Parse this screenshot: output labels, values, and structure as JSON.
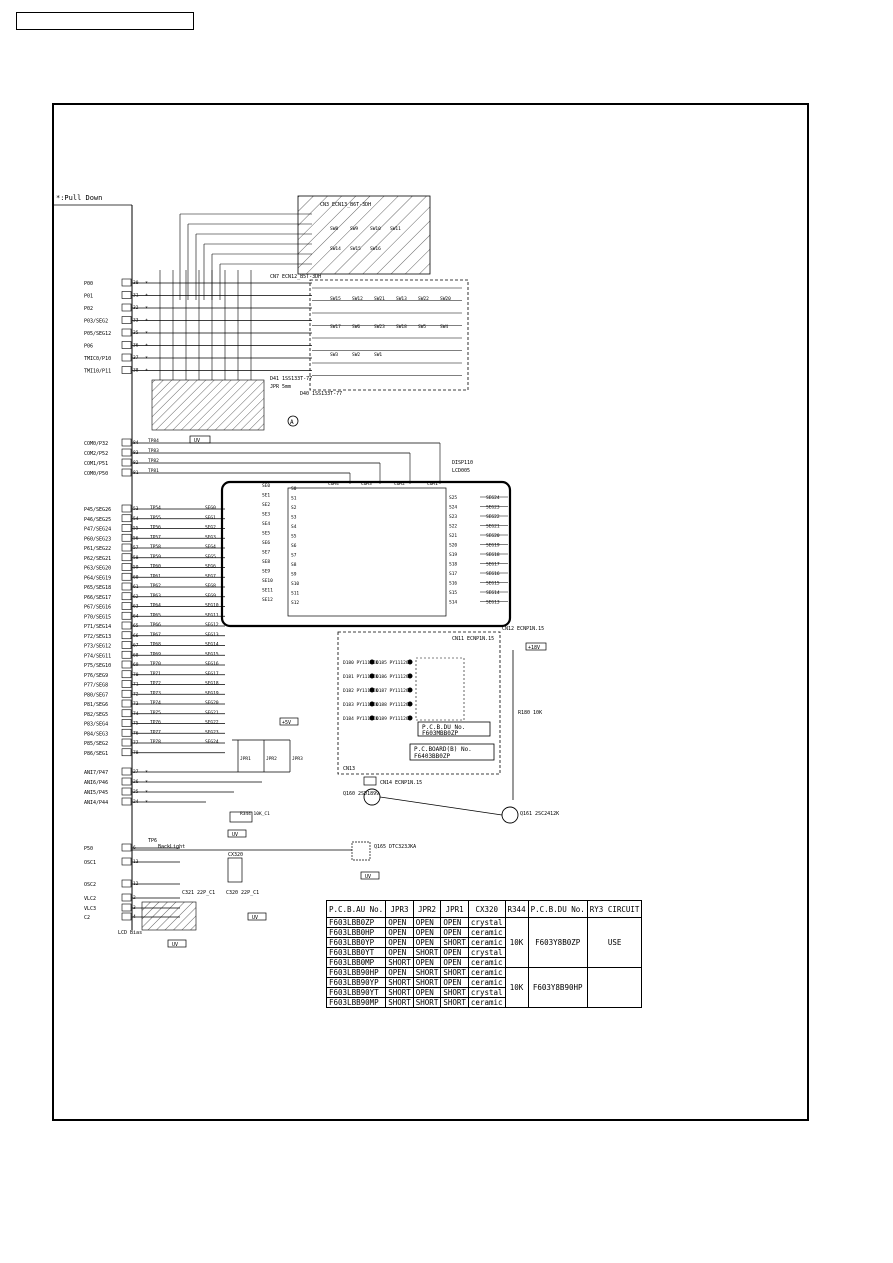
{
  "header_box_text": "",
  "pulldown_note": "*:Pull Down",
  "left_pins": [
    {
      "label": "P00",
      "num": "30"
    },
    {
      "label": "P01",
      "num": "31"
    },
    {
      "label": "P02",
      "num": "32"
    },
    {
      "label": "P03/SEG2",
      "num": "33"
    },
    {
      "label": "P05/SEG12",
      "num": "35"
    },
    {
      "label": "P06",
      "num": "36"
    },
    {
      "label": "TMIC0/P10",
      "num": "37"
    },
    {
      "label": "TMI10/P11",
      "num": "38"
    }
  ],
  "com_pins": [
    {
      "label": "COM0/P32",
      "num": "84",
      "tp": "TP84"
    },
    {
      "label": "COM2/P52",
      "num": "83",
      "tp": "TP83"
    },
    {
      "label": "COM1/P51",
      "num": "82",
      "tp": "TP82"
    },
    {
      "label": "COM0/P50",
      "num": "81",
      "tp": "TP81"
    }
  ],
  "seg_pins": [
    {
      "label": "P45/SEG26",
      "num": "53",
      "tp": "TP54",
      "seg": "SEG0"
    },
    {
      "label": "P46/SEG25",
      "num": "54",
      "tp": "TP55",
      "seg": "SEG1"
    },
    {
      "label": "P47/SEG24",
      "num": "55",
      "tp": "TP56",
      "seg": "SEG2"
    },
    {
      "label": "P60/SEG23",
      "num": "56",
      "tp": "TP57",
      "seg": "SEG3"
    },
    {
      "label": "P61/SEG22",
      "num": "57",
      "tp": "TP58",
      "seg": "SEG4"
    },
    {
      "label": "P62/SEG21",
      "num": "58",
      "tp": "TP59",
      "seg": "SEG5"
    },
    {
      "label": "P63/SEG20",
      "num": "59",
      "tp": "TP60",
      "seg": "SEG6"
    },
    {
      "label": "P64/SEG19",
      "num": "60",
      "tp": "TP61",
      "seg": "SEG7"
    },
    {
      "label": "P65/SEG18",
      "num": "61",
      "tp": "TP62",
      "seg": "SEG8"
    },
    {
      "label": "P66/SEG17",
      "num": "62",
      "tp": "TP63",
      "seg": "SEG9"
    },
    {
      "label": "P67/SEG16",
      "num": "63",
      "tp": "TP64",
      "seg": "SEG10"
    },
    {
      "label": "P70/SEG15",
      "num": "64",
      "tp": "TP65",
      "seg": "SEG11"
    },
    {
      "label": "P71/SEG14",
      "num": "65",
      "tp": "TP66",
      "seg": "SEG12"
    },
    {
      "label": "P72/SEG13",
      "num": "66",
      "tp": "TP67",
      "seg": "SEG13"
    },
    {
      "label": "P73/SEG12",
      "num": "67",
      "tp": "TP68",
      "seg": "SEG14"
    },
    {
      "label": "P74/SEG11",
      "num": "68",
      "tp": "TP69",
      "seg": "SEG15"
    },
    {
      "label": "P75/SEG10",
      "num": "69",
      "tp": "TP70",
      "seg": "SEG16"
    },
    {
      "label": "P76/SEG9",
      "num": "70",
      "tp": "TP71",
      "seg": "SEG17"
    },
    {
      "label": "P77/SEG8",
      "num": "71",
      "tp": "TP72",
      "seg": "SEG18"
    },
    {
      "label": "P80/SEG7",
      "num": "72",
      "tp": "TP73",
      "seg": "SEG19"
    },
    {
      "label": "P81/SEG6",
      "num": "73",
      "tp": "TP74",
      "seg": "SEG20"
    },
    {
      "label": "P82/SEG5",
      "num": "74",
      "tp": "TP75",
      "seg": "SEG21"
    },
    {
      "label": "P83/SEG4",
      "num": "75",
      "tp": "TP76",
      "seg": "SEG22"
    },
    {
      "label": "P84/SEG3",
      "num": "76",
      "tp": "TP77",
      "seg": "SEG23"
    },
    {
      "label": "P85/SEG2",
      "num": "77",
      "tp": "TP78",
      "seg": "SEG24"
    },
    {
      "label": "P86/SEG1",
      "num": "78",
      "tp": "",
      "seg": ""
    }
  ],
  "ani_pins": [
    {
      "label": "ANI7/P47",
      "num": "27"
    },
    {
      "label": "ANI6/P46",
      "num": "26"
    },
    {
      "label": "ANI5/P45",
      "num": "25"
    },
    {
      "label": "ANI4/P44",
      "num": "24"
    }
  ],
  "bottom_pins": [
    {
      "label": "P50",
      "num": "6"
    },
    {
      "label": "OSC1",
      "num": "13"
    },
    {
      "label": "OSC2",
      "num": "12"
    },
    {
      "label": "VLC2",
      "num": "2"
    },
    {
      "label": "VLC3",
      "num": "3"
    },
    {
      "label": "C2",
      "num": "4"
    }
  ],
  "lcd": {
    "ref": "DISP110",
    "part": "LCD005",
    "com_labels": [
      "COM4",
      "COM3",
      "COM2",
      "COM1"
    ],
    "left_segs": [
      "SE0",
      "SE1",
      "SE2",
      "SE3",
      "SE4",
      "SE5",
      "SE6",
      "SE7",
      "SE8",
      "SE9",
      "SE10",
      "SE11",
      "SE12"
    ],
    "right_segs": [
      "S25",
      "S24",
      "S23",
      "S22",
      "S21",
      "S20",
      "S19",
      "S18",
      "S17",
      "S16",
      "S15",
      "S14"
    ],
    "right_nets": [
      "SEG24",
      "SEG23",
      "SEG22",
      "SEG21",
      "SEG20",
      "SEG19",
      "SEG18",
      "SEG17",
      "SEG16",
      "SEG15",
      "SEG14",
      "SEG13"
    ]
  },
  "labels": {
    "cn_top": "CN3 ECN13_B6T-3DH",
    "cn7": "CN7 ECN12_B5T-3DH",
    "d41": "D41 1SS133T-77",
    "jpr": "JPR 5mm",
    "d40": "D40 1SS133T-77",
    "node_a": "A",
    "uv": "UV",
    "plus5v": "+5V",
    "plus18v": "+18V",
    "r180": "R180 10K",
    "pcb_du": "P.C.B.DU No.",
    "pcb_du_val": "F603MBB0ZP",
    "pcb_board": "P.C.BOARD(B) No.",
    "pcb_board_val": "F6403BB0ZP",
    "q160": "Q160 2SD1899",
    "q161": "Q161 2SC2412K",
    "q165": "Q165 DTC323JKA",
    "backlight": "BackLight",
    "tp6": "TP6",
    "r344": "R344 10K_C1",
    "cx320": "CX320",
    "c321": "C321 22P_C1",
    "c320": "C320 22P_C1",
    "lcd_bias": "LCD Bias",
    "cn13": "CN13",
    "cn14": "CN14 ECNP1N.15",
    "cn11": "CN11 ECNP1N.15",
    "cn12": "CN12 ECNP1N.15"
  },
  "keys_top": [
    "SW8",
    "SW9",
    "SW10",
    "SW11",
    "SW14",
    "SW15",
    "SW16"
  ],
  "keys_main": [
    "SW15",
    "SW12",
    "SW21",
    "SW13",
    "SW22",
    "SW20",
    "SW17",
    "SW6",
    "SW23",
    "SW18",
    "SW5",
    "SW4",
    "SW3",
    "SW2",
    "SW1"
  ],
  "jumpers": [
    "JPR1",
    "JPR2",
    "JPR3"
  ],
  "leds": [
    "D180 PY1112CK",
    "D181 PY1112CK",
    "D182 PY1112CK",
    "D183 PY1112CK",
    "D184 PY1112CK"
  ],
  "led_right": [
    "D185 PY1112CK",
    "D186 PY1112CK",
    "D187 PY1112CK",
    "D188 PY1112CK",
    "D189 PY1112CK"
  ],
  "config_table": {
    "headers": [
      "P.C.B.AU No.",
      "JPR3",
      "JPR2",
      "JPR1",
      "CX320",
      "R344",
      "P.C.B.DU No.",
      "RY3 CIRCUIT"
    ],
    "group1": {
      "rows": [
        [
          "F603LBB0ZP",
          "OPEN",
          "OPEN",
          "OPEN",
          "crystal"
        ],
        [
          "F603LBB0HP",
          "OPEN",
          "OPEN",
          "OPEN",
          "ceramic"
        ],
        [
          "F603LBB0YP",
          "OPEN",
          "OPEN",
          "SHORT",
          "ceramic"
        ],
        [
          "F603LBB0YT",
          "OPEN",
          "SHORT",
          "OPEN",
          "crystal"
        ],
        [
          "F603LBB0MP",
          "SHORT",
          "OPEN",
          "OPEN",
          "ceramic"
        ]
      ],
      "r344": "10K",
      "du": "F603Y8B0ZP",
      "circuit": "USE"
    },
    "group2": {
      "rows": [
        [
          "F603LBB90HP",
          "OPEN",
          "SHORT",
          "SHORT",
          "ceramic"
        ],
        [
          "F603LBB90YP",
          "SHORT",
          "SHORT",
          "OPEN",
          "ceramic"
        ],
        [
          "F603LBB90YT",
          "SHORT",
          "OPEN",
          "SHORT",
          "crystal"
        ],
        [
          "F603LBB90MP",
          "SHORT",
          "SHORT",
          "SHORT",
          "ceramic"
        ]
      ],
      "r344": "10K",
      "du": "F603Y8B90HP",
      "circuit": ""
    }
  }
}
